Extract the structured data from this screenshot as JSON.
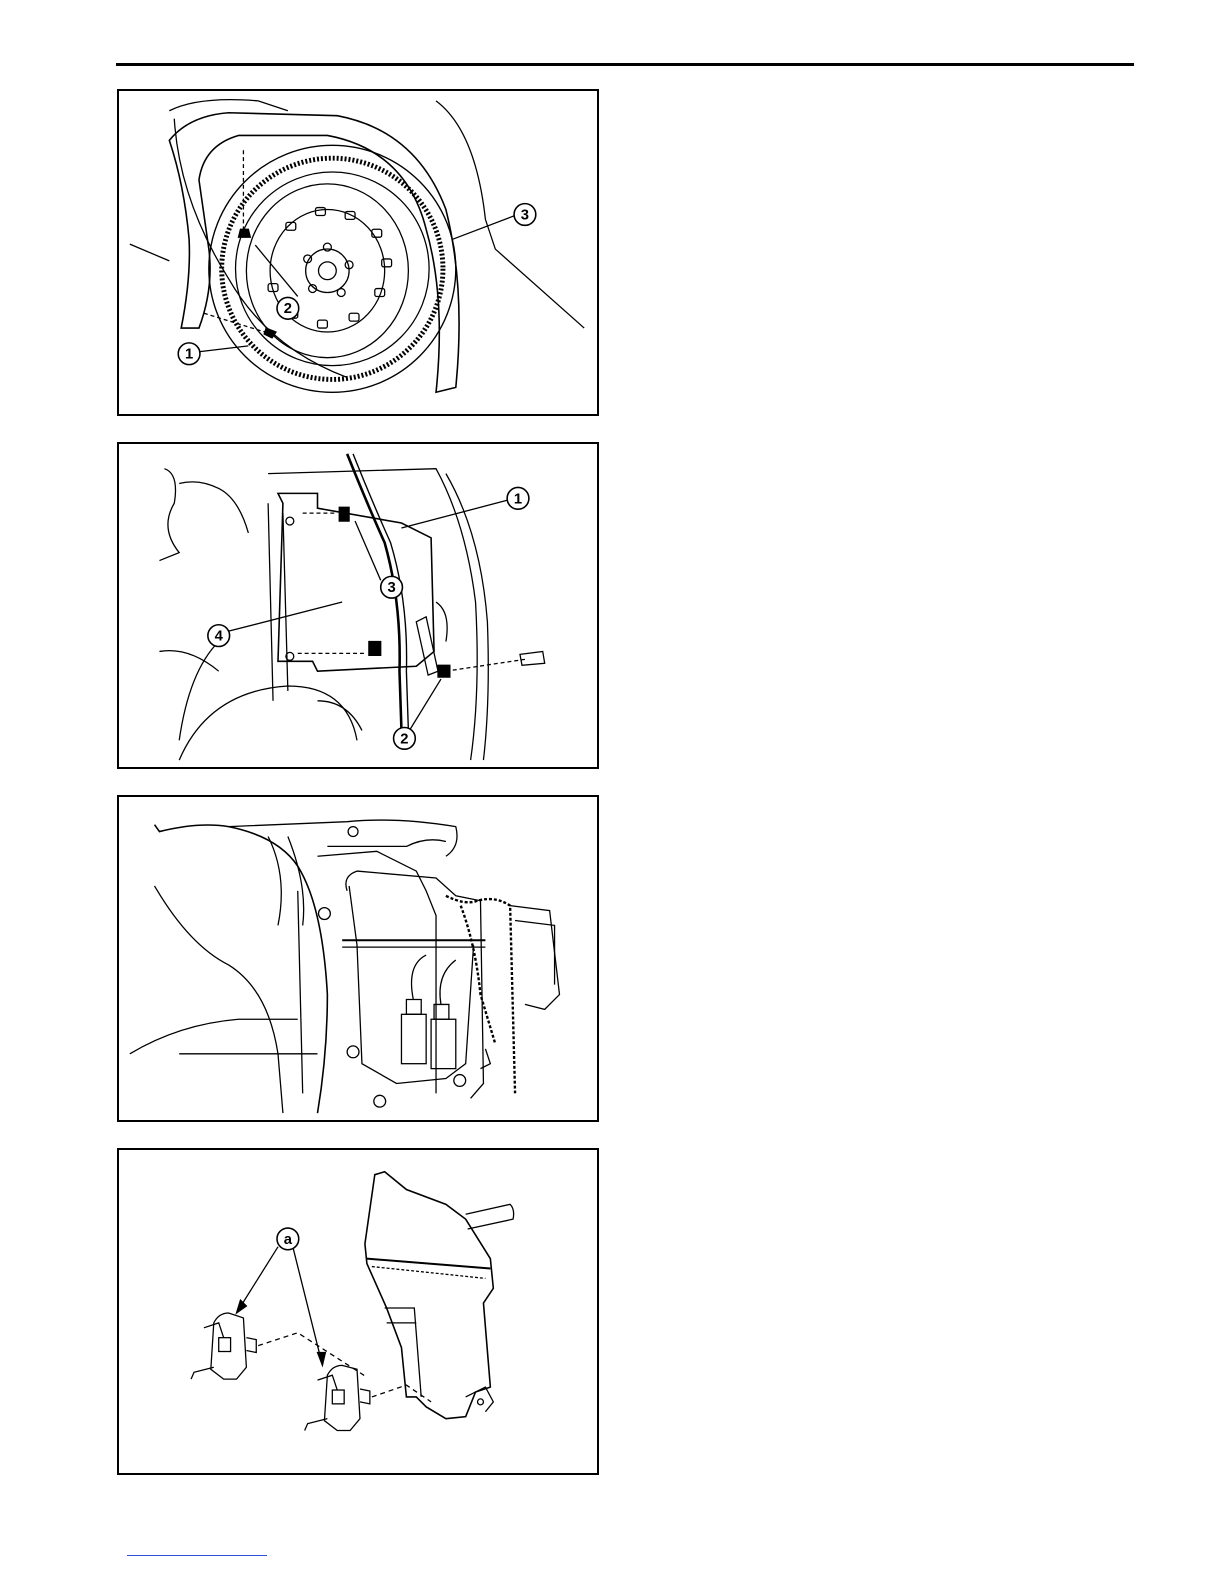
{
  "figures": [
    {
      "callouts": [
        "1",
        "2",
        "3"
      ]
    },
    {
      "callouts": [
        "1",
        "2",
        "3",
        "4"
      ]
    },
    {
      "callouts": []
    },
    {
      "callouts": [
        "a"
      ]
    }
  ],
  "colors": {
    "line": "#000000",
    "link": "#2b4fd8"
  }
}
